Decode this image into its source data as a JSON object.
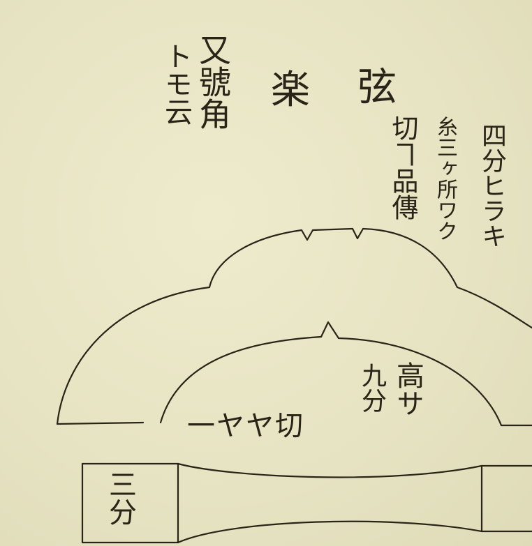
{
  "title": {
    "left": "楽",
    "right": "弦"
  },
  "side_note": {
    "col1": "又號角",
    "col2": "トモ云"
  },
  "notes_right": {
    "col1": "四分ヒラキ",
    "col2": "糸三ヶ所ワク",
    "col3": "切ヿ品傳"
  },
  "inner_notes": {
    "height_col1": "高サ",
    "height_col2": "九分",
    "inner_label": "一ヤヤ切"
  },
  "width_label": "三分"
}
